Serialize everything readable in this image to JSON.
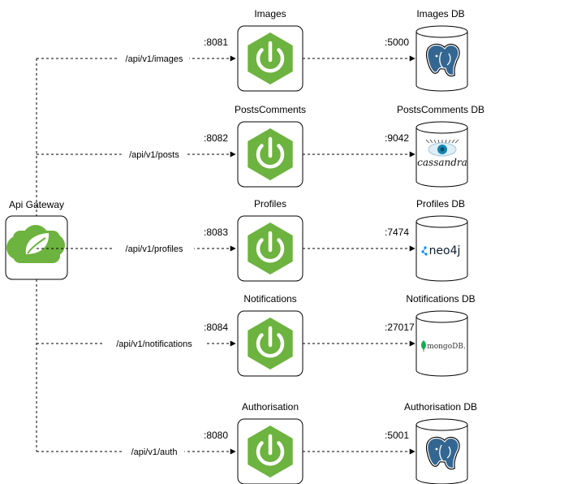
{
  "colors": {
    "spring_green": "#6DB33F",
    "spring_dark": "#3D8B2F",
    "postgres_blue": "#336791",
    "cassandra_blue": "#1287B1",
    "neo4j_blue": "#018BFF",
    "mongo_green": "#13AA52",
    "line": "#000000"
  },
  "gateway": {
    "label": "Api Gateway",
    "icon": "spring-cloud-icon"
  },
  "services": [
    {
      "name": "Images",
      "port": ":8081",
      "route": "/api/v1/images",
      "db": {
        "name": "Images DB",
        "port": ":5000",
        "logo": "postgresql-icon"
      }
    },
    {
      "name": "PostsComments",
      "port": ":8082",
      "route": "/api/v1/posts",
      "db": {
        "name": "PostsComments DB",
        "port": ":9042",
        "logo": "cassandra-icon",
        "logo_text": "cassandra"
      }
    },
    {
      "name": "Profiles",
      "port": ":8083",
      "route": "/api/v1/profiles",
      "db": {
        "name": "Profiles DB",
        "port": ":7474",
        "logo": "neo4j-icon",
        "logo_text": "neo4j"
      }
    },
    {
      "name": "Notifications",
      "port": ":8084",
      "route": "/api/v1/notifications",
      "db": {
        "name": "Notifications DB",
        "port": ":27017",
        "logo": "mongodb-icon",
        "logo_text": "mongoDB."
      }
    },
    {
      "name": "Authorisation",
      "port": ":8080",
      "route": "/api/v1/auth",
      "db": {
        "name": "Authorisation DB",
        "port": ":5001",
        "logo": "postgresql-icon"
      }
    }
  ]
}
